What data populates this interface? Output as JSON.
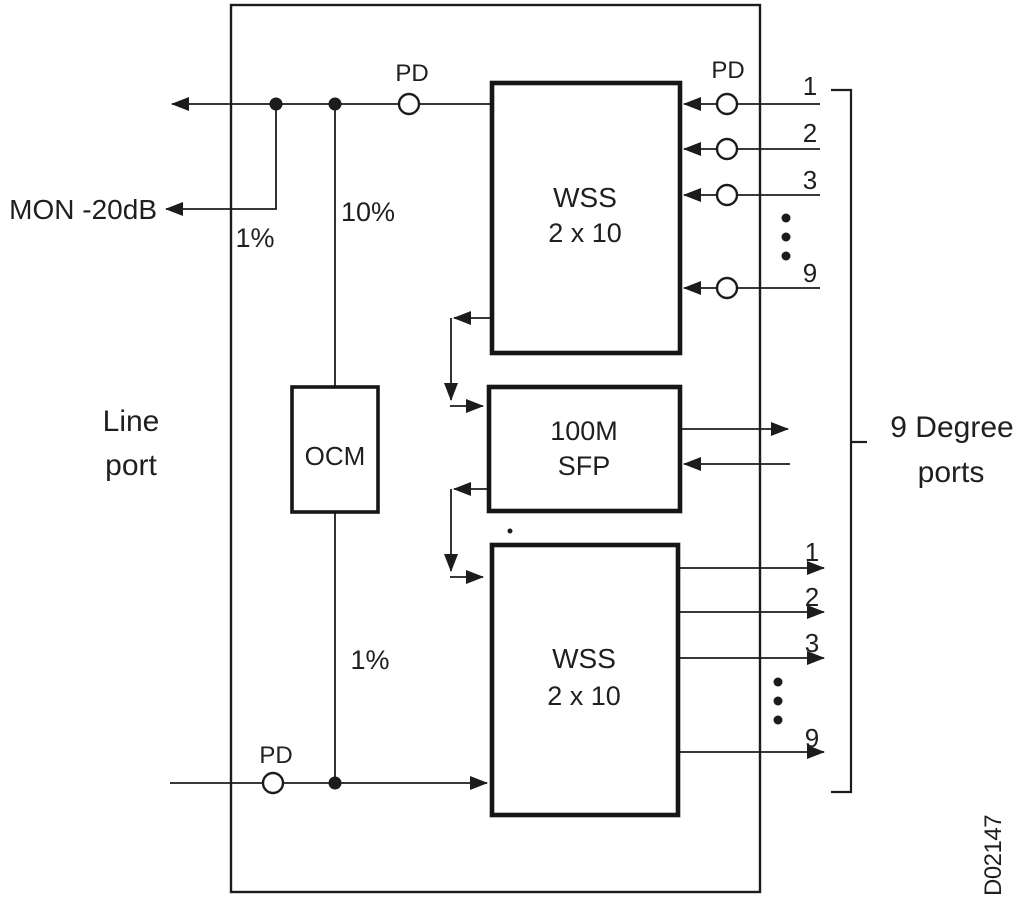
{
  "diagram": {
    "labels": {
      "line_port_line1": "Line",
      "line_port_line2": "port",
      "mon_tap": "MON -20dB",
      "tap_top_1pct": "1%",
      "tap_10pct": "10%",
      "tap_bottom_1pct": "1%",
      "pd_top_left": "PD",
      "pd_top_right": "PD",
      "pd_bottom": "PD",
      "degree_ports_line1": "9 Degree",
      "degree_ports_line2": "ports",
      "drawing_number": "D02147"
    },
    "blocks": {
      "wss_top": {
        "line1": "WSS",
        "line2": "2 x 10"
      },
      "sfp": {
        "line1": "100M",
        "line2": "SFP"
      },
      "wss_bottom": {
        "line1": "WSS",
        "line2": "2 x 10"
      },
      "ocm": {
        "label": "OCM"
      }
    },
    "ports_top": [
      "1",
      "2",
      "3",
      "9"
    ],
    "ports_bottom": [
      "1",
      "2",
      "3",
      "9"
    ],
    "colors": {
      "ink": "#1c1c1c",
      "background": "#ffffff"
    }
  }
}
